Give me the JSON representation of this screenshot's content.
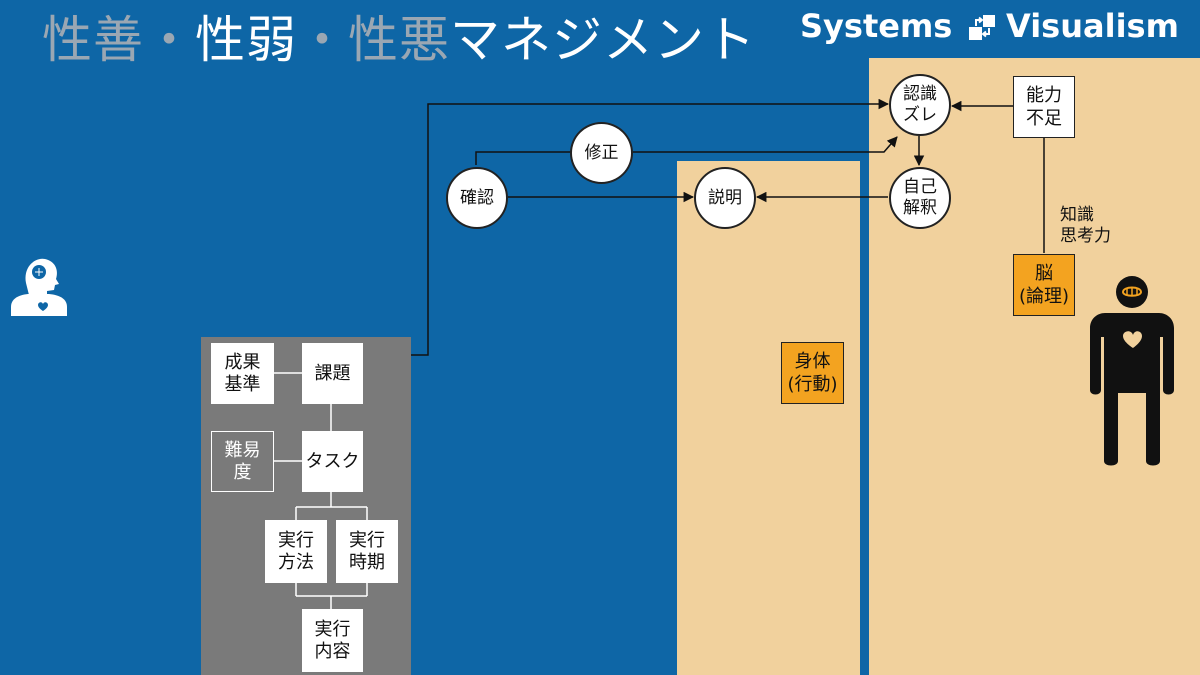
{
  "title": {
    "part1": "性善",
    "sep1": "・",
    "part2": "性弱",
    "sep2": "・",
    "part3": "性悪",
    "part4": "マネジメント"
  },
  "logo": {
    "word1": "Systems",
    "word2": "Visualism",
    "icon": "systems-visualism-logo-icon"
  },
  "colors": {
    "background": "#0e66a6",
    "panel_grey": "#7a7a7a",
    "panel_beige": "#f1d19d",
    "orange_box": "#f3a320",
    "title_grey": "#9aa7b3"
  },
  "task_tree": {
    "seika_kijun": "成果\n基準",
    "kadai": "課題",
    "nanido": "難易\n度",
    "task": "タスク",
    "jikko_hoho": "実行\n方法",
    "jikko_jiki": "実行\n時期",
    "jikko_naiyo": "実行\n内容"
  },
  "flow": {
    "kakunin": "確認",
    "shusei": "修正",
    "setsumei": "説明",
    "ninshiki_zure": "認識\nズレ",
    "jiko_kaishaku": "自己\n解釈",
    "noryoku_busoku": "能力\n不足",
    "chishiki": "知識\n思考力",
    "brain_logic": "脳\n(論理)",
    "body_action": "身体\n(行動)"
  },
  "icons": {
    "manager": "manager-head-heart-icon",
    "person": "person-brain-heart-icon"
  }
}
